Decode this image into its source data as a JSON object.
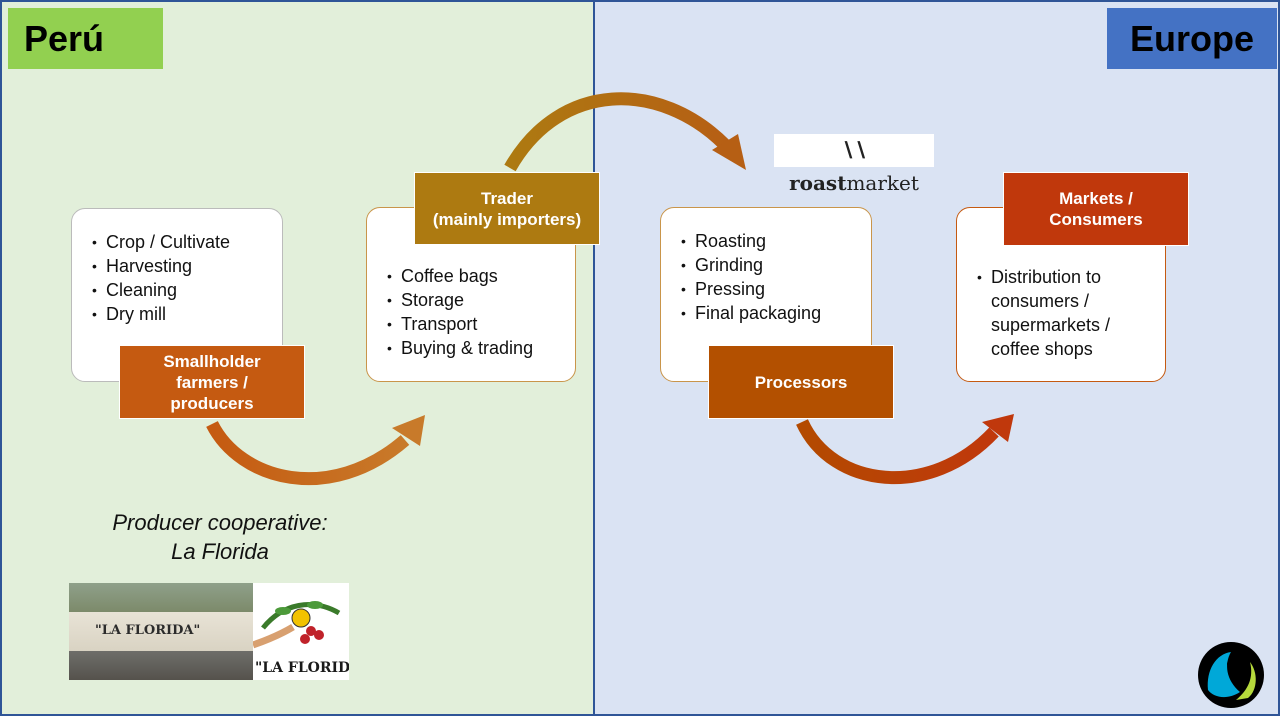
{
  "regions": {
    "left_label": "Perú",
    "right_label": "Europe"
  },
  "stages": [
    {
      "tag": [
        "Smallholder",
        "farmers /",
        "producers"
      ],
      "items": [
        "Crop / Cultivate",
        "Harvesting",
        "Cleaning",
        "Dry mill"
      ]
    },
    {
      "tag": [
        "Trader",
        "(mainly importers)"
      ],
      "items": [
        "Coffee bags",
        "Storage",
        "Transport",
        "Buying & trading"
      ]
    },
    {
      "tag": [
        "Processors"
      ],
      "items": [
        "Roasting",
        "Grinding",
        "Pressing",
        "Final packaging"
      ]
    },
    {
      "tag": [
        "Markets /",
        "Consumers"
      ],
      "items": [
        "Distribution to",
        "consumers /",
        "supermarkets /",
        "coffee shops"
      ]
    }
  ],
  "cooperative": {
    "caption_line1": "Producer cooperative:",
    "caption_line2": "La Florida",
    "photo_sign": "\"LA FLORIDA\"",
    "logo_text": "\"LA FLORIDA\""
  },
  "roastmarket": {
    "brand_bold": "roast",
    "brand_light": "market"
  },
  "colors": {
    "peru_bg": "#e2efda",
    "europe_bg": "#dae3f3",
    "peru_tag": "#92d050",
    "europe_tag": "#4472c4",
    "arrow1": "#c55a11",
    "arrow2": "#ad7a11",
    "arrow3": "#c0380c"
  },
  "icons": [
    "roastmarket-logo",
    "fairtrade-icon"
  ]
}
